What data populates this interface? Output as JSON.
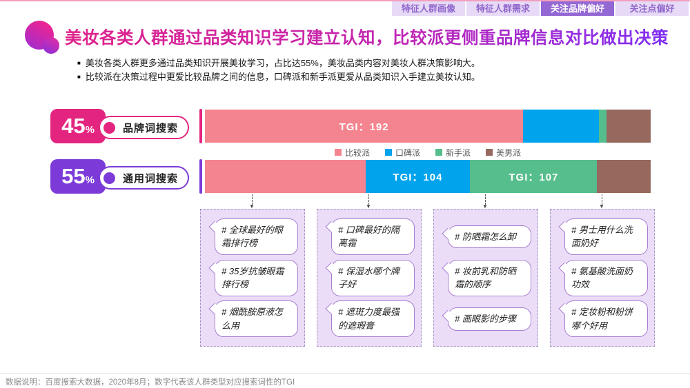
{
  "tabs": [
    {
      "label": "特征人群画像",
      "active": false
    },
    {
      "label": "特征人群需求",
      "active": false
    },
    {
      "label": "关注品牌偏好",
      "active": true
    },
    {
      "label": "关注点偏好",
      "active": false
    }
  ],
  "title": "美妆各类人群通过品类知识学习建立认知，比较派更侧重品牌信息对比做出决策",
  "bullets": [
    "美妆各类人群更多通过品类知识开展美妆学习，占比达55%，美妆品类内容对美妆人群决策影响大。",
    "比较派在决策过程中更爱比较品牌之间的信息，口碑派和新手派更爱从品类知识入手建立美妆认知。"
  ],
  "chart_data": {
    "type": "bar",
    "stacked": true,
    "orientation": "horizontal",
    "unit": "占比（搜索词类型份额）",
    "legend": [
      "比较派",
      "口碑派",
      "新手派",
      "美男派"
    ],
    "colors": {
      "比较派": "#F4848F",
      "口碑派": "#00A3EC",
      "新手派": "#56BE8D",
      "美男派": "#97695E"
    },
    "rows": [
      {
        "share_value": "45",
        "share_unit": "%",
        "label": "品牌词搜索",
        "accent": "#E32580",
        "segments": [
          {
            "name": "比较派",
            "pct": 71.4,
            "tgi": "TGI：192"
          },
          {
            "name": "口碑派",
            "pct": 17.0,
            "tgi": ""
          },
          {
            "name": "新手派",
            "pct": 1.7,
            "tgi": ""
          },
          {
            "name": "美男派",
            "pct": 9.9,
            "tgi": ""
          }
        ]
      },
      {
        "share_value": "55",
        "share_unit": "%",
        "label": "通用词搜索",
        "accent": "#7C3BD9",
        "segments": [
          {
            "name": "比较派",
            "pct": 36.0,
            "tgi": ""
          },
          {
            "name": "口碑派",
            "pct": 23.5,
            "tgi": "TGI：104"
          },
          {
            "name": "新手派",
            "pct": 28.5,
            "tgi": "TGI：107"
          },
          {
            "name": "美男派",
            "pct": 12.0,
            "tgi": ""
          }
        ]
      }
    ]
  },
  "hashtag_groups": [
    {
      "items": [
        "# 全球最好的眼霜排行榜",
        "# 35岁抗皱眼霜排行榜",
        "# 烟酰胺原液怎么用"
      ]
    },
    {
      "items": [
        "# 口碑最好的隔离霜",
        "# 保湿水哪个牌子好",
        "# 遮斑力度最强的遮瑕膏"
      ]
    },
    {
      "items": [
        "# 防晒霜怎么卸",
        "# 妆前乳和防晒霜的顺序",
        "# 画眼影的步骤"
      ]
    },
    {
      "items": [
        "# 男士用什么洗面奶好",
        "# 氨基酸洗面奶功效",
        "# 定妆粉和粉饼哪个好用"
      ]
    }
  ],
  "footer": "数据说明：百度搜索大数据，2020年8月；数字代表该人群类型对应搜索词性的TGI"
}
